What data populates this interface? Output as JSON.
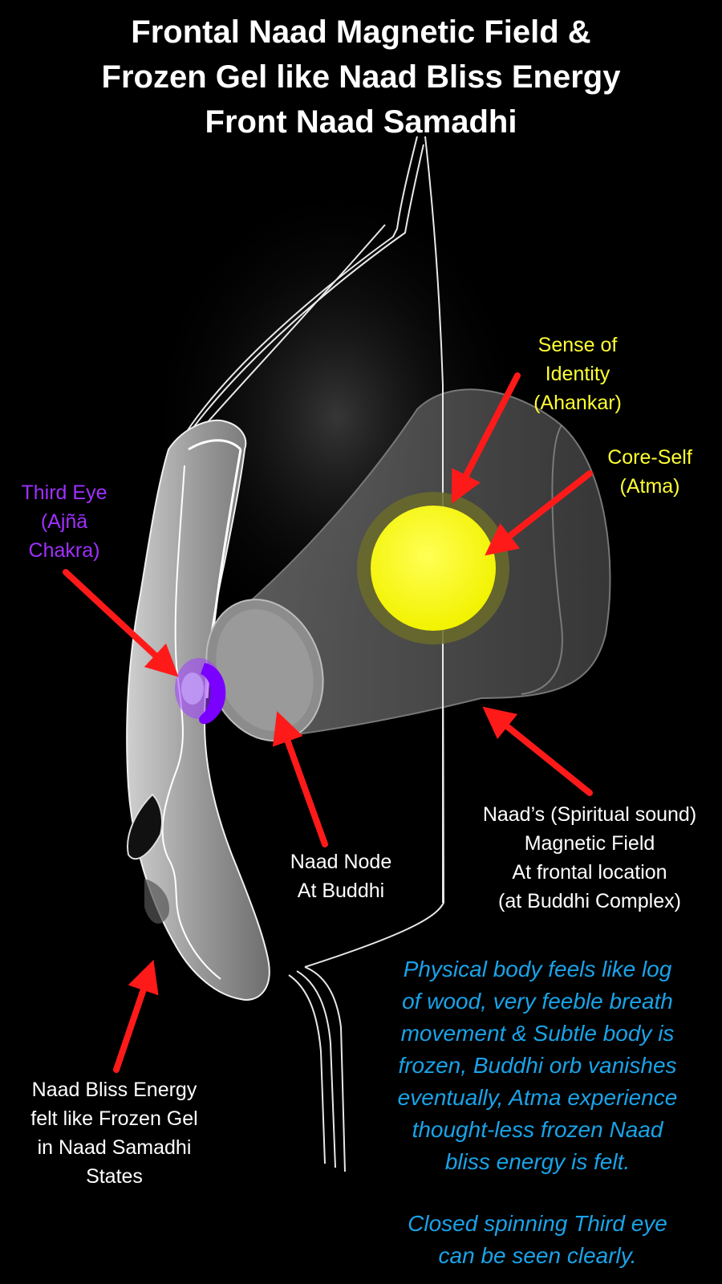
{
  "title": {
    "line1": "Frontal Naad Magnetic Field &",
    "line2": "Frozen Gel like Naad Bliss Energy",
    "line3": "Front Naad Samadhi"
  },
  "labels": {
    "identity": [
      "Sense of",
      "Identity",
      "(Ahankar)"
    ],
    "core_self": [
      "Core-Self",
      "(Atma)"
    ],
    "third_eye": [
      "Third Eye",
      "(Ajñā",
      "Chakra)"
    ],
    "naad_node": [
      "Naad Node",
      "At Buddhi"
    ],
    "magnetic_field": [
      "Naad’s (Spiritual sound)",
      "Magnetic Field",
      "At frontal location",
      "(at Buddhi Complex)"
    ],
    "bliss_energy": [
      "Naad Bliss Energy",
      "felt like Frozen Gel",
      "in Naad Samadhi",
      "States"
    ]
  },
  "notes": {
    "physical": [
      "Physical body feels like log",
      "of wood, very feeble breath",
      "movement & Subtle body is",
      "frozen, Buddhi orb vanishes",
      "eventually, Atma experience",
      "thought-less frozen Naad",
      "bliss energy is felt."
    ],
    "third_eye": [
      "Closed spinning Third eye",
      "can be seen clearly."
    ]
  },
  "colors": {
    "background": "#000000",
    "arrow": "#ff1a1a",
    "atma_orb": "#ffff1f",
    "third_eye": "#9a20ff",
    "label_yellow": "#ffff33",
    "label_purple": "#a030ff",
    "note_blue": "#1aa3e8"
  }
}
